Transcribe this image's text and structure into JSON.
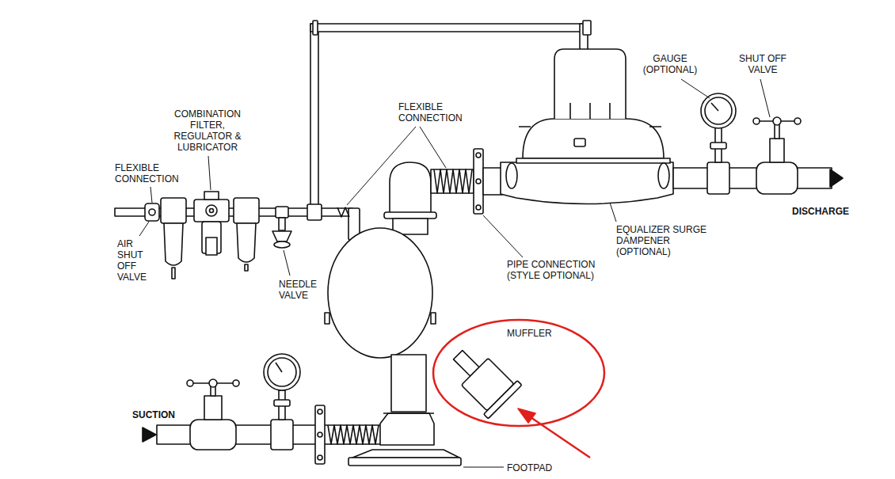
{
  "diagram": {
    "nodes": [
      {
        "text": [
          "MUFFLER"
        ]
      }
    ],
    "labels": [
      "COMBINATION FILTER, REGULATOR & LUBRICATOR",
      "FLEXIBLE CONNECTION",
      "AIR SHUT OFF VALVE",
      "NEEDLE VALVE",
      "FLEXIBLE CONNECTION",
      "GAUGE (OPTIONAL)",
      "SHUT OFF VALVE",
      "DISCHARGE",
      "EQUALIZER SURGE DAMPENER (OPTIONAL)",
      "PIPE CONNECTION (STYLE OPTIONAL)",
      "SUCTION",
      "FOOTPAD"
    ]
  }
}
